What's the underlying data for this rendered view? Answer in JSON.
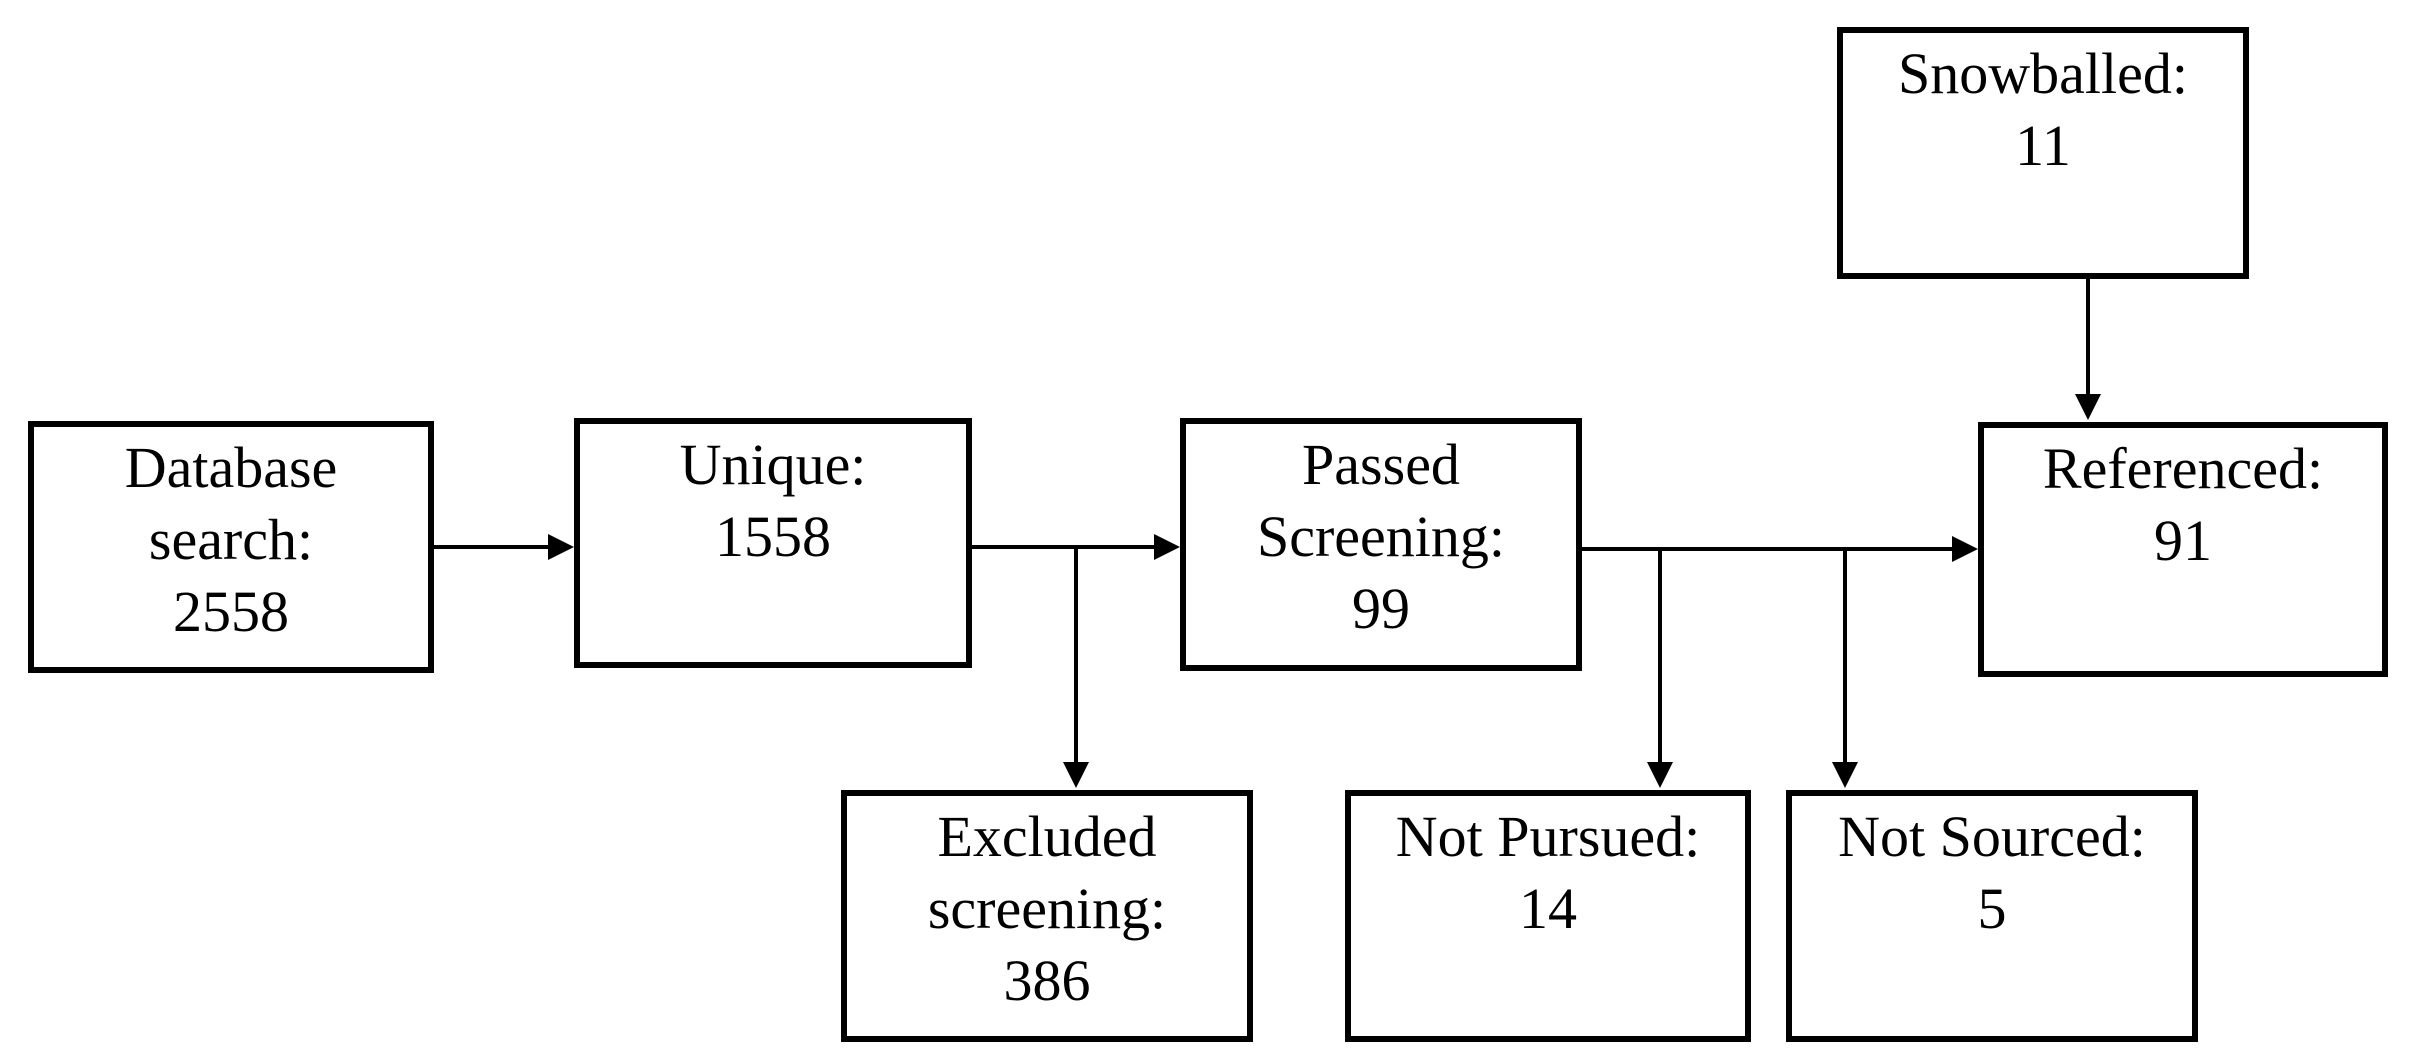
{
  "diagram": {
    "type": "flowchart",
    "description": "Literature screening flow diagram",
    "colors": {
      "ink": "#000000",
      "background": "#ffffff"
    }
  },
  "nodes": [
    {
      "id": "database-search",
      "label": "Database search",
      "value": "2558",
      "lines": [
        "Database",
        "search:",
        "2558"
      ]
    },
    {
      "id": "unique",
      "label": "Unique",
      "value": "1558",
      "lines": [
        "Unique:",
        "1558"
      ]
    },
    {
      "id": "passed-screening",
      "label": "Passed Screening",
      "value": "99",
      "lines": [
        "Passed",
        "Screening:",
        "99"
      ]
    },
    {
      "id": "referenced",
      "label": "Referenced",
      "value": "91",
      "lines": [
        "Referenced:",
        "91"
      ]
    },
    {
      "id": "snowballed",
      "label": "Snowballed",
      "value": "11",
      "lines": [
        "Snowballed:",
        "11"
      ]
    },
    {
      "id": "excluded-screening",
      "label": "Excluded screening",
      "value": "386",
      "lines": [
        "Excluded",
        "screening:",
        "386"
      ]
    },
    {
      "id": "not-pursued",
      "label": "Not Pursued",
      "value": "14",
      "lines": [
        "Not Pursued:",
        "14"
      ]
    },
    {
      "id": "not-sourced",
      "label": "Not Sourced",
      "value": "5",
      "lines": [
        "Not Sourced:",
        "5"
      ]
    }
  ],
  "edges": [
    {
      "from": "database-search",
      "to": "unique"
    },
    {
      "from": "unique",
      "to": "passed-screening"
    },
    {
      "from": "unique",
      "to": "excluded-screening"
    },
    {
      "from": "passed-screening",
      "to": "referenced"
    },
    {
      "from": "passed-screening",
      "to": "not-pursued"
    },
    {
      "from": "passed-screening",
      "to": "not-sourced"
    },
    {
      "from": "snowballed",
      "to": "referenced"
    }
  ]
}
